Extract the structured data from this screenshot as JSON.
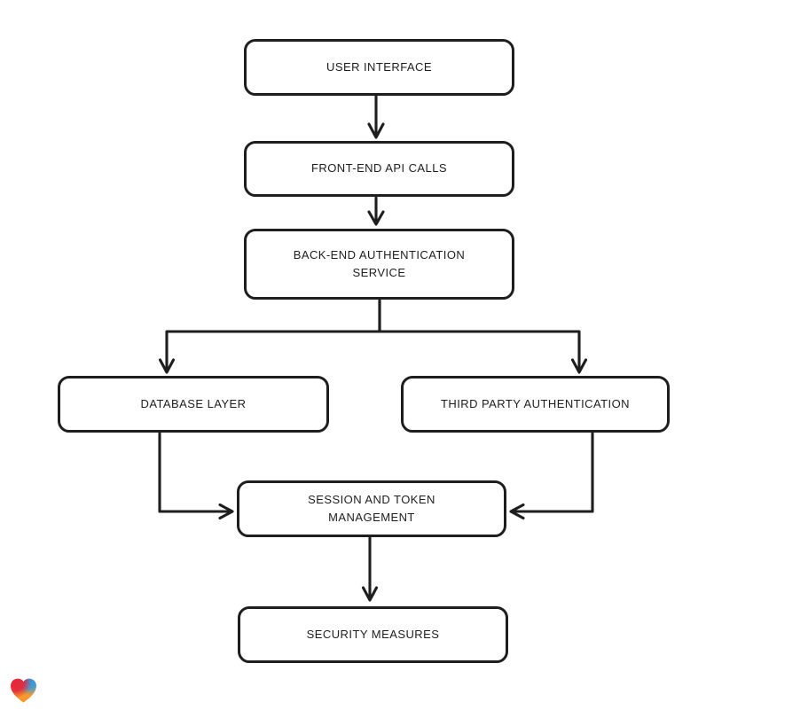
{
  "canvas": {
    "background": "#ffffff"
  },
  "palette": {
    "stroke": "#1e1e1e",
    "node_fill": "#ffffff",
    "heart_red": "#e6243a",
    "heart_blue": "#2b9ce8",
    "heart_orange": "#f69a2e"
  },
  "diagram": {
    "type": "flowchart",
    "nodes": [
      {
        "id": "user-interface",
        "label": "USER INTERFACE"
      },
      {
        "id": "front-end-api-calls",
        "label": "FRONT-END API CALLS"
      },
      {
        "id": "back-end-authentication-service",
        "label": "BACK-END AUTHENTICATION\nSERVICE"
      },
      {
        "id": "database-layer",
        "label": "DATABASE LAYER"
      },
      {
        "id": "third-party-authentication",
        "label": "THIRD PARTY AUTHENTICATION"
      },
      {
        "id": "session-and-token-management",
        "label": "SESSION AND TOKEN\nMANAGEMENT"
      },
      {
        "id": "security-measures",
        "label": "SECURITY MEASURES"
      }
    ],
    "edges": [
      {
        "from": "user-interface",
        "to": "front-end-api-calls"
      },
      {
        "from": "front-end-api-calls",
        "to": "back-end-authentication-service"
      },
      {
        "from": "back-end-authentication-service",
        "to": "database-layer"
      },
      {
        "from": "back-end-authentication-service",
        "to": "third-party-authentication"
      },
      {
        "from": "database-layer",
        "to": "session-and-token-management"
      },
      {
        "from": "third-party-authentication",
        "to": "session-and-token-management"
      },
      {
        "from": "session-and-token-management",
        "to": "security-measures"
      }
    ]
  },
  "logo": {
    "icon": "gradient-heart"
  }
}
